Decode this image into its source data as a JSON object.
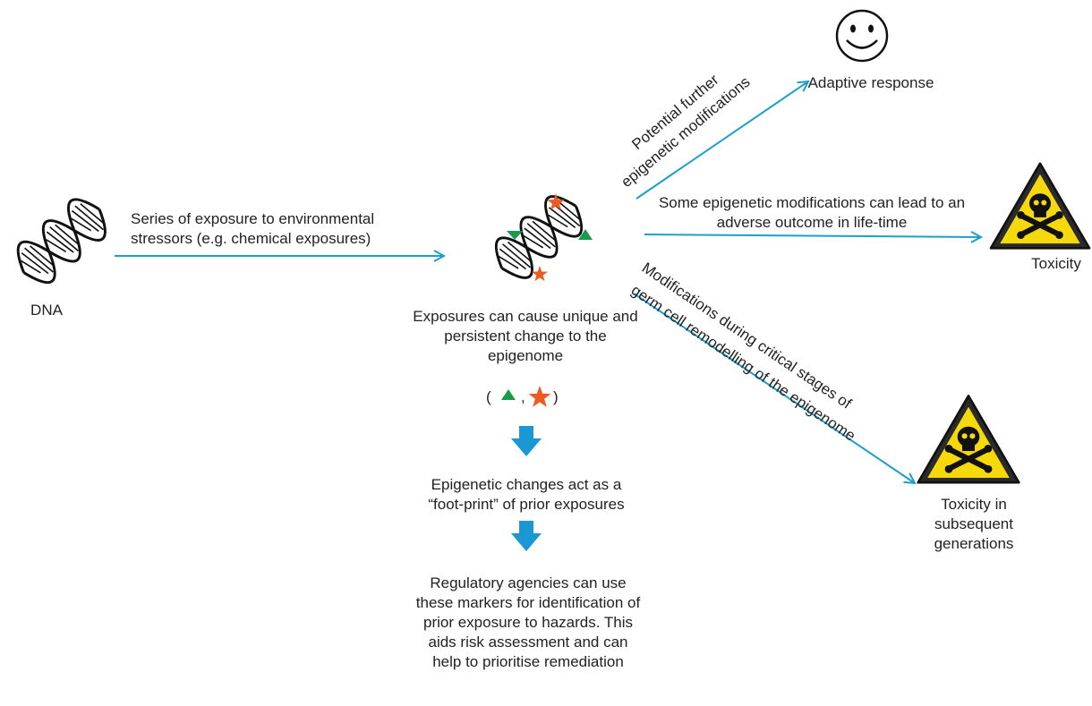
{
  "colors": {
    "arrow": "#1c9fd0",
    "down_arrow": "#1b98d3",
    "triangle_mark": "#1a9a4a",
    "star_mark": "#ee5a24",
    "hazard_fill": "#f5d90a",
    "hazard_border": "#111111"
  },
  "icons": [
    "dna-helix-icon",
    "modified-dna-helix-icon",
    "smiley-face-icon",
    "toxic-hazard-sign-icon"
  ],
  "nodes": {
    "dna": "DNA",
    "exposure_label": "Series of exposure to environmental stressors (e.g. chemical exposures)",
    "change_text": "Exposures can cause unique and persistent change to the epigenome",
    "legend": {
      "open": "(",
      "comma": ",",
      "close": ")"
    },
    "footprint_text": "Epigenetic changes act as a “foot-print” of prior exposures",
    "regulatory_text": "Regulatory  agencies  can use these markers for identification of prior exposure to hazards. This aids risk assessment and can help to prioritise remediation",
    "adaptive_label": "Adaptive response",
    "toxicity_label": "Toxicity",
    "toxicity_generations_label": "Toxicity in subsequent generations"
  },
  "edges": {
    "potential_line1": "Potential further",
    "potential_line2": "epigenetic modifications",
    "adverse_text": "Some epigenetic modifications can lead to an adverse outcome in life-time",
    "germline_line1": "Modifications during critical stages of",
    "germline_line2": "germ cell remodelling of the epigenome"
  }
}
